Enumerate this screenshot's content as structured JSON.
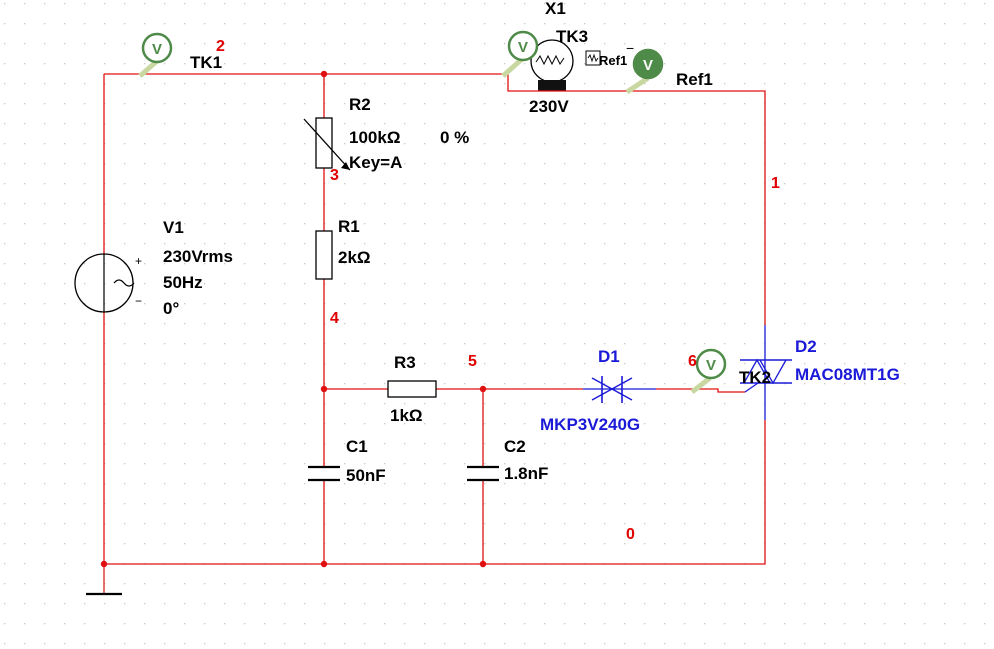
{
  "colors": {
    "wire": "#e01010",
    "node_label": "#e00000",
    "diode": "#1a1ad8",
    "probe": "#4e8a48",
    "grid_dot": "#c8c8c8"
  },
  "probes": {
    "tk1": {
      "symbol": "V",
      "label": "TK1",
      "icon": "voltage-probe-icon"
    },
    "tk3": {
      "symbol": "V",
      "label": "TK3",
      "icon": "voltage-probe-icon"
    },
    "ref1": {
      "symbol": "V",
      "label": "Ref1",
      "icon": "voltage-probe-icon"
    },
    "ref1_label": "Ref1",
    "tk2": {
      "symbol": "V",
      "label": "TK2",
      "icon": "voltage-probe-icon"
    }
  },
  "components": {
    "x1": {
      "ref": "X1",
      "value": "230V",
      "plus": "+",
      "minus": "−",
      "icon": "lamp-icon"
    },
    "r2": {
      "ref": "R2",
      "value": "100kΩ",
      "percent": "0 %",
      "key": "Key=A",
      "icon": "potentiometer-icon"
    },
    "r1": {
      "ref": "R1",
      "value": "2kΩ",
      "icon": "resistor-icon"
    },
    "v1": {
      "ref": "V1",
      "value": "230Vrms",
      "freq": "50Hz",
      "phase": "0°",
      "plus": "+",
      "minus": "−",
      "icon": "ac-source-icon"
    },
    "r3": {
      "ref": "R3",
      "value": "1kΩ",
      "icon": "resistor-icon"
    },
    "d1": {
      "ref": "D1",
      "model": "MKP3V240G",
      "icon": "diac-icon"
    },
    "d2": {
      "ref": "D2",
      "model": "MAC08MT1G",
      "icon": "triac-icon"
    },
    "c1": {
      "ref": "C1",
      "value": "50nF",
      "icon": "capacitor-icon"
    },
    "c2": {
      "ref": "C2",
      "value": "1.8nF",
      "icon": "capacitor-icon"
    }
  },
  "nodes": [
    "2",
    "3",
    "1",
    "4",
    "5",
    "6",
    "0"
  ]
}
